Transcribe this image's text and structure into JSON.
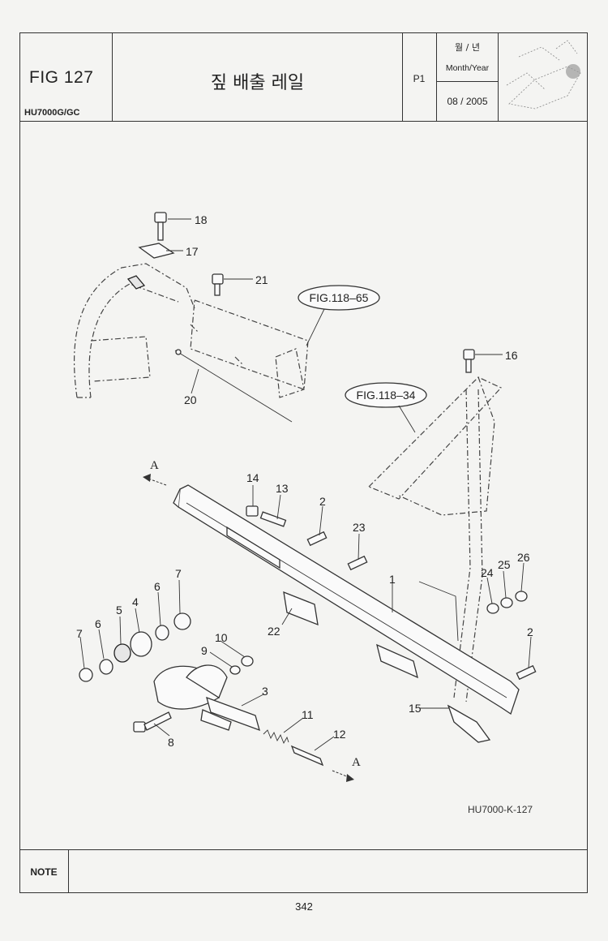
{
  "header": {
    "fig_label": "FIG 127",
    "model": "HU7000G/GC",
    "title": "짚 배출 레일",
    "page_code": "P1",
    "month_year_korean": "월 / 년",
    "month_year_english": "Month/Year",
    "date": "08 / 2005"
  },
  "diagram": {
    "drawing_code": "HU7000-K-127",
    "reference_labels": [
      "FIG.118-65",
      "FIG.118-34"
    ],
    "direction_marks": [
      "A",
      "A"
    ],
    "callouts": [
      "18",
      "17",
      "21",
      "20",
      "16",
      "14",
      "13",
      "2",
      "23",
      "1",
      "24",
      "25",
      "26",
      "7",
      "6",
      "5",
      "4",
      "6",
      "7",
      "10",
      "9",
      "3",
      "22",
      "2",
      "15",
      "11",
      "12",
      "8"
    ]
  },
  "footer": {
    "note_label": "NOTE",
    "page_number": "342"
  }
}
